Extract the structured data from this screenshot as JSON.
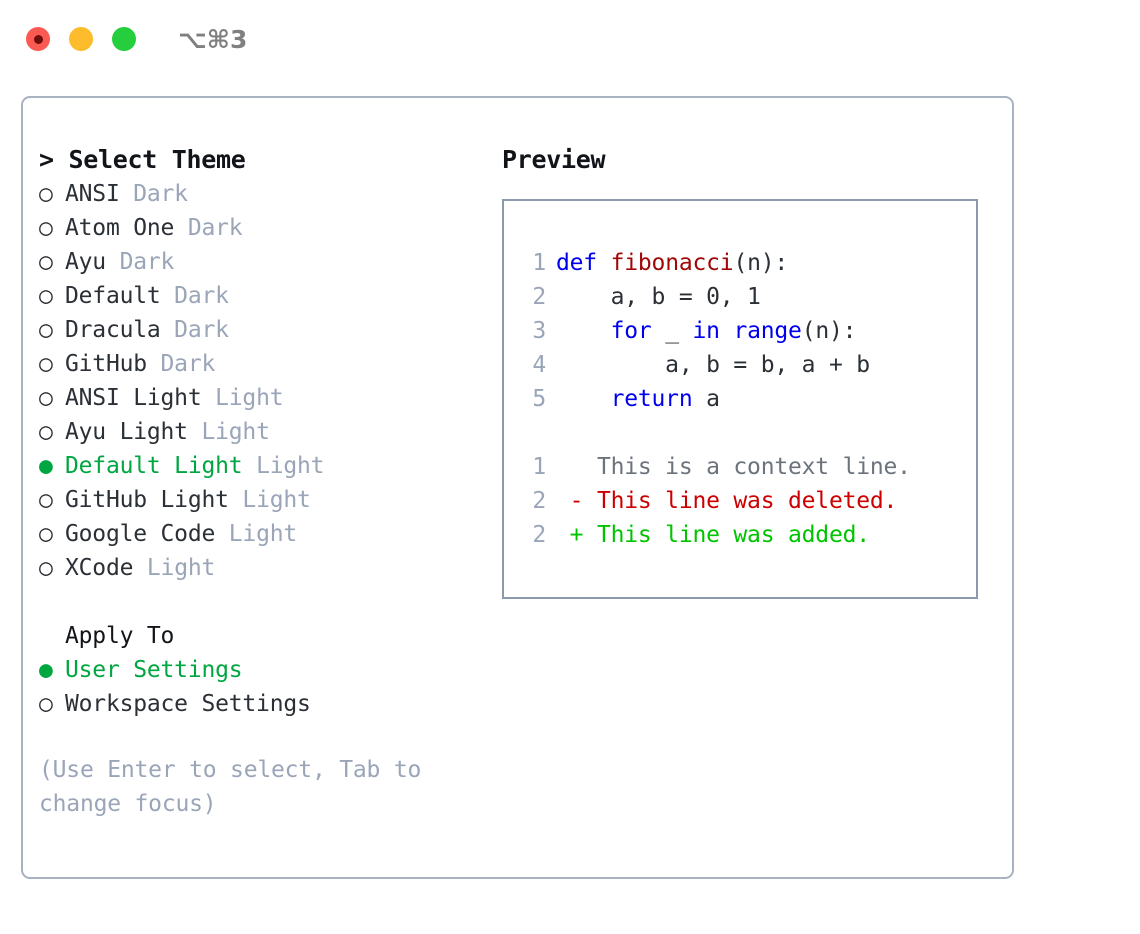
{
  "window": {
    "shortcut": "⌥⌘3",
    "lights": [
      "close",
      "minimize",
      "maximize"
    ]
  },
  "theme_list": {
    "header": "> Select Theme",
    "items": [
      {
        "bullet": "○",
        "name": "ANSI",
        "tag": "Dark",
        "selected": false
      },
      {
        "bullet": "○",
        "name": "Atom One",
        "tag": "Dark",
        "selected": false
      },
      {
        "bullet": "○",
        "name": "Ayu",
        "tag": "Dark",
        "selected": false
      },
      {
        "bullet": "○",
        "name": "Default",
        "tag": "Dark",
        "selected": false
      },
      {
        "bullet": "○",
        "name": "Dracula",
        "tag": "Dark",
        "selected": false
      },
      {
        "bullet": "○",
        "name": "GitHub",
        "tag": "Dark",
        "selected": false
      },
      {
        "bullet": "○",
        "name": "ANSI Light",
        "tag": "Light",
        "selected": false
      },
      {
        "bullet": "○",
        "name": "Ayu Light",
        "tag": "Light",
        "selected": false
      },
      {
        "bullet": "●",
        "name": "Default Light",
        "tag": "Light",
        "selected": true
      },
      {
        "bullet": "○",
        "name": "GitHub Light",
        "tag": "Light",
        "selected": false
      },
      {
        "bullet": "○",
        "name": "Google Code",
        "tag": "Light",
        "selected": false
      },
      {
        "bullet": "○",
        "name": "XCode",
        "tag": "Light",
        "selected": false
      }
    ]
  },
  "apply_to": {
    "header": "Apply To",
    "items": [
      {
        "bullet": "●",
        "name": "User Settings",
        "selected": true
      },
      {
        "bullet": "○",
        "name": "Workspace Settings",
        "selected": false
      }
    ]
  },
  "hint": "(Use Enter to select, Tab to change focus)",
  "preview": {
    "title": "Preview",
    "code": [
      {
        "ln": "1",
        "parts": [
          {
            "t": "def",
            "c": "kw"
          },
          {
            "t": " ",
            "c": ""
          },
          {
            "t": "fibonacci",
            "c": "fn"
          },
          {
            "t": "(n):",
            "c": ""
          }
        ]
      },
      {
        "ln": "2",
        "parts": [
          {
            "t": "    a, b = 0, 1",
            "c": ""
          }
        ]
      },
      {
        "ln": "3",
        "parts": [
          {
            "t": "    ",
            "c": ""
          },
          {
            "t": "for",
            "c": "kw"
          },
          {
            "t": " _ ",
            "c": ""
          },
          {
            "t": "in",
            "c": "kw"
          },
          {
            "t": " ",
            "c": ""
          },
          {
            "t": "range",
            "c": "kw"
          },
          {
            "t": "(n):",
            "c": ""
          }
        ]
      },
      {
        "ln": "4",
        "parts": [
          {
            "t": "        a, b = b, a + b",
            "c": ""
          }
        ]
      },
      {
        "ln": "5",
        "parts": [
          {
            "t": "    ",
            "c": ""
          },
          {
            "t": "return",
            "c": "kw"
          },
          {
            "t": " a",
            "c": ""
          }
        ]
      }
    ],
    "diff": [
      {
        "ln": "1",
        "marker": " ",
        "text": " This is a context line.",
        "kind": "d-ctx"
      },
      {
        "ln": "2",
        "marker": "-",
        "text": " This line was deleted.",
        "kind": "d-del"
      },
      {
        "ln": "2",
        "marker": "+",
        "text": " This line was added.",
        "kind": "d-add"
      }
    ]
  },
  "colors": {
    "accent_green": "#00a63f",
    "tag_gray": "#9aa5b8",
    "keyword_blue": "#0000ee",
    "function_red": "#a00808",
    "diff_delete": "#cc0000",
    "diff_add": "#00c400",
    "border": "#a8b2c1"
  }
}
